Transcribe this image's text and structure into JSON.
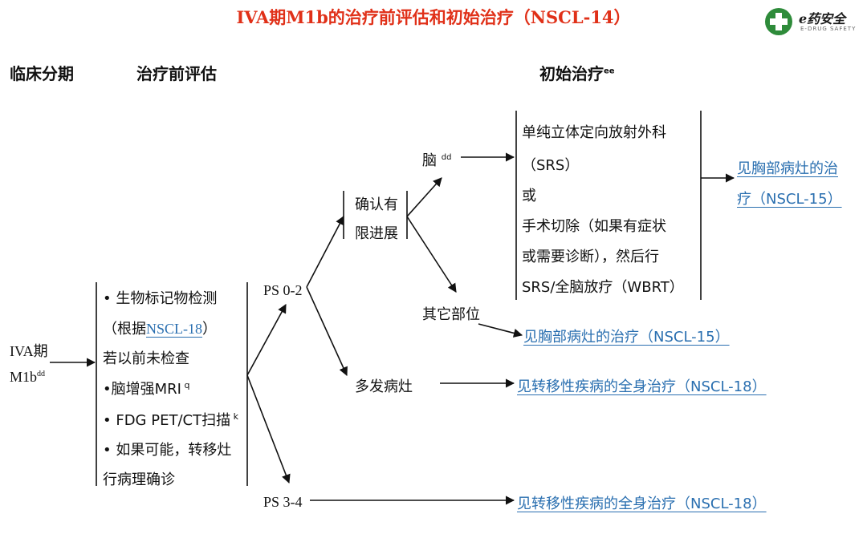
{
  "title": "IVA期M1b的治疗前评估和初始治疗（NSCL-14）",
  "logo": {
    "name": "e药安全",
    "sub": "E-DRUG SAFETY",
    "icon": "green-cross-icon",
    "color": "#2e8b3a"
  },
  "headers": {
    "stage": "临床分期",
    "eval": "治疗前评估",
    "init": "初始治疗",
    "init_sup": "ee"
  },
  "stage": {
    "line1": "IVA期",
    "line2": "M1b",
    "sup": "dd"
  },
  "eval_items": {
    "item1_a": "• 生物标记物检测",
    "item1_b": "（根据",
    "item1_link": "NSCL-18",
    "item1_c": "）",
    "item2": "若以前未检查",
    "item3": "•脑增强MRI",
    "item3_sup": "q",
    "item4": "• FDG PET/CT扫描",
    "item4_sup": "k",
    "item5_a": "• 如果可能，转移灶",
    "item5_b": "行病理确诊"
  },
  "ps": {
    "ps02": "PS 0-2",
    "ps34": "PS 3-4"
  },
  "branches": {
    "confirm_1": "确认有",
    "confirm_2": "限进展",
    "brain": "脑",
    "brain_sup": "dd",
    "other": "其它部位",
    "multi": "多发病灶"
  },
  "brain_treatment": {
    "line1": "单纯立体定向放射外科",
    "line2": "（SRS）",
    "line3": "或",
    "line4": "手术切除（如果有症状",
    "line5": "或需要诊断），然后行",
    "line6": "SRS/全脑放疗（WBRT）"
  },
  "links": {
    "brain_next_1": "见胸部病灶的治",
    "brain_next_2": "疗（NSCL-15）",
    "other_next": "见胸部病灶的治疗（NSCL-15）",
    "multi_next": "见转移性疾病的全身治疗（NSCL-18）",
    "ps34_next": "见转移性疾病的全身治疗（NSCL-18）"
  },
  "colors": {
    "title": "#e03018",
    "link": "#2a6fb0"
  }
}
